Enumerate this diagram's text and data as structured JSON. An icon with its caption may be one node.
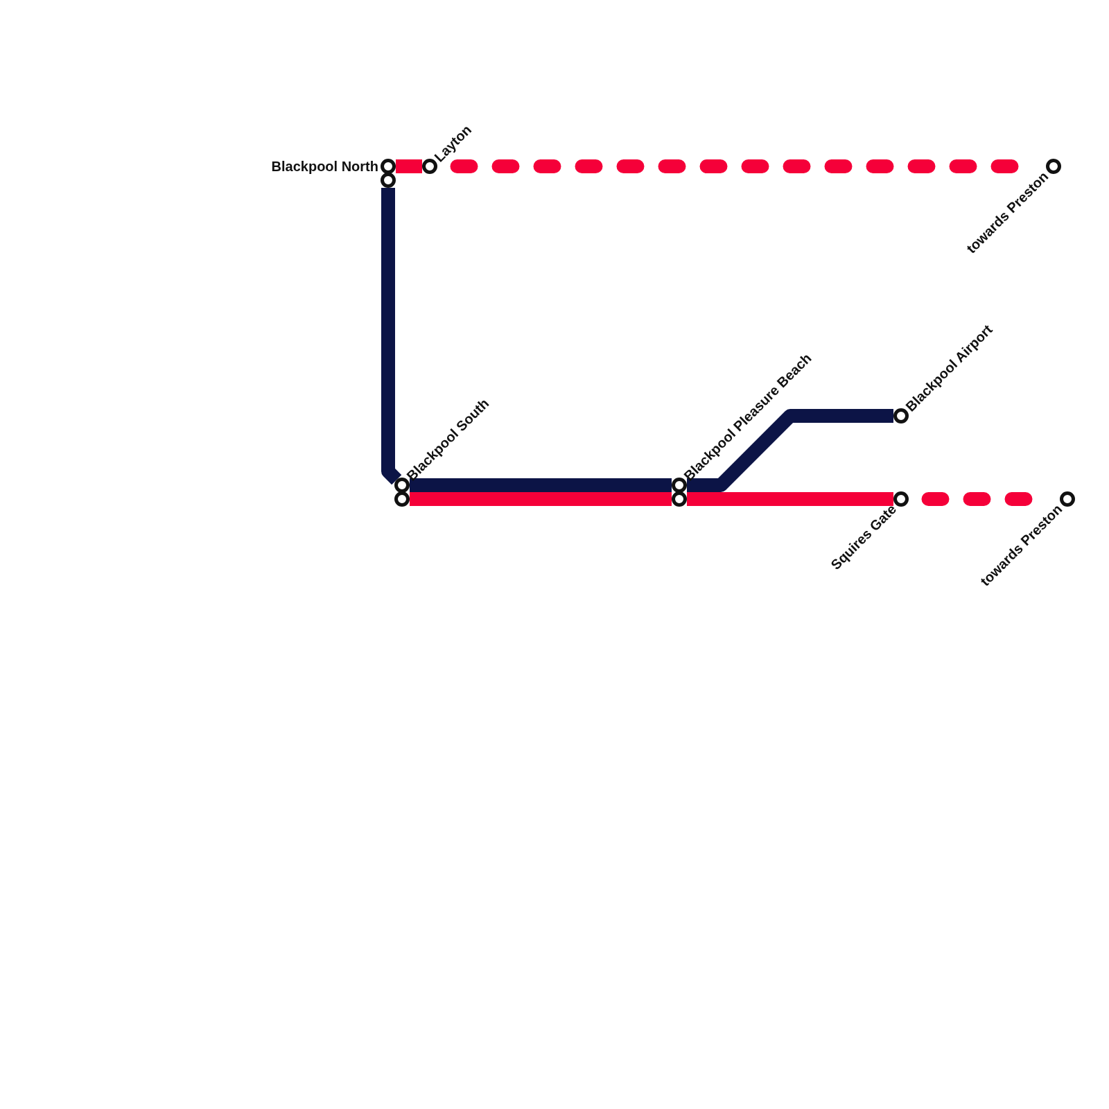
{
  "diagram": {
    "nodes": [
      {
        "text": [],
        "shape": "circle",
        "beside": [
          "Blackpool North"
        ]
      },
      {
        "text": [],
        "shape": "circle",
        "beside": [
          "Layton"
        ]
      },
      {
        "text": [],
        "shape": "circle",
        "beside": [
          "towards Preston"
        ]
      },
      {
        "text": [],
        "shape": "circle"
      },
      {
        "text": [],
        "shape": "circle",
        "beside": [
          "Blackpool Airport"
        ]
      },
      {
        "text": [],
        "shape": "circle",
        "beside": [
          "Blackpool South"
        ]
      },
      {
        "text": [],
        "shape": "circle",
        "beside": [
          "Blackpool Pleasure Beach"
        ]
      },
      {
        "text": [],
        "shape": "circle"
      },
      {
        "text": [],
        "shape": "circle"
      },
      {
        "text": [],
        "shape": "circle",
        "beside": [
          "Squires Gate"
        ]
      },
      {
        "text": [],
        "shape": "circle",
        "beside": [
          "towards Preston"
        ]
      }
    ],
    "edges": [
      {
        "from": 0,
        "to": 1,
        "arrow": "none"
      },
      {
        "from": 1,
        "to": 2,
        "arrow": "none",
        "style": "dashed"
      },
      {
        "from": 3,
        "to": 5,
        "arrow": "none",
        "color": "#0c1446"
      },
      {
        "from": 5,
        "to": 6,
        "arrow": "none",
        "color": "#0c1446"
      },
      {
        "from": 6,
        "to": 4,
        "arrow": "none",
        "color": "#0c1446"
      },
      {
        "from": 7,
        "to": 8,
        "arrow": "none"
      },
      {
        "from": 8,
        "to": 9,
        "arrow": "none"
      },
      {
        "from": 9,
        "to": 10,
        "arrow": "none",
        "style": "dashed"
      }
    ]
  }
}
